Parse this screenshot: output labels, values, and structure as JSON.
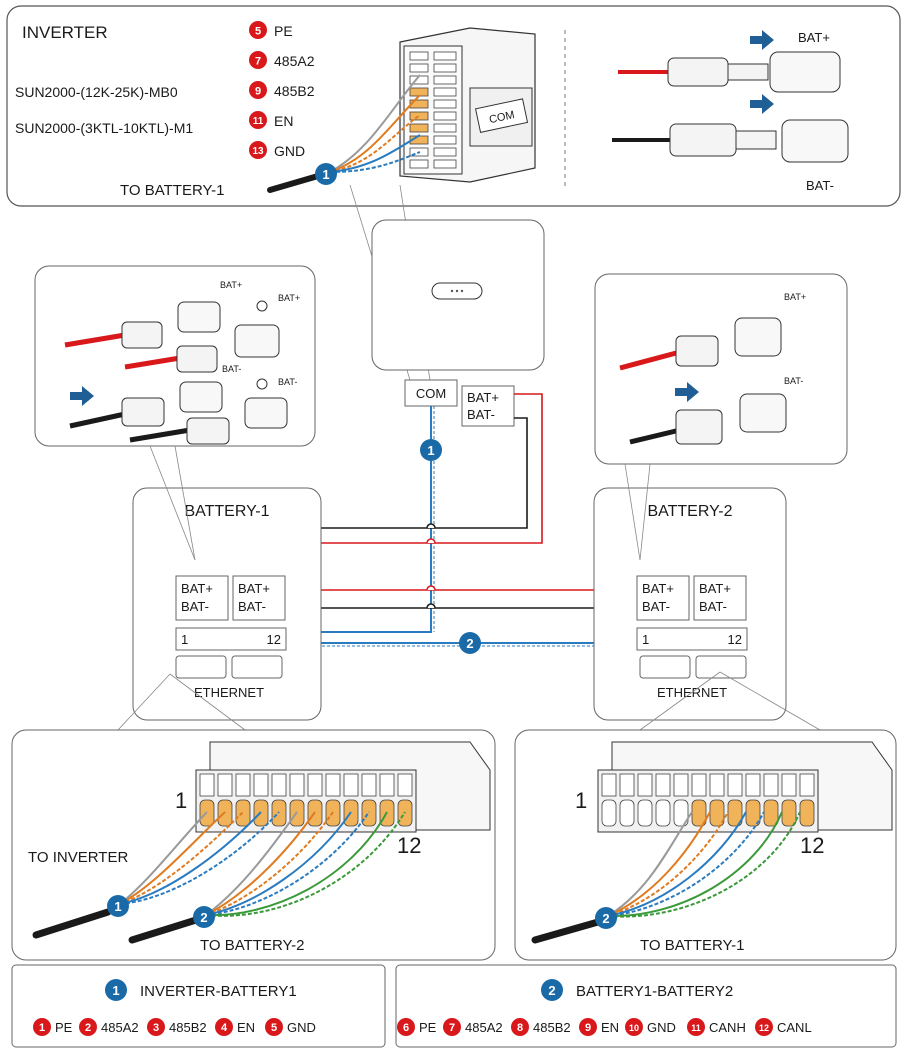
{
  "inverter_panel": {
    "title": "INVERTER",
    "models": [
      "SUN2000-(12K-25K)-MB0",
      "SUN2000-(3KTL-10KTL)-M1"
    ],
    "pins": [
      {
        "num": "5",
        "label": "PE"
      },
      {
        "num": "7",
        "label": "485A2"
      },
      {
        "num": "9",
        "label": "485B2"
      },
      {
        "num": "11",
        "label": "EN"
      },
      {
        "num": "13",
        "label": "GND"
      }
    ],
    "cable_label": "TO BATTERY-1",
    "cable_badge": "1",
    "com_label": "COM",
    "bat_plus": "BAT+",
    "bat_minus": "BAT-"
  },
  "inverter_unit": {
    "com": "COM",
    "bat_plus": "BAT+",
    "bat_minus": "BAT-",
    "link_badge": "1"
  },
  "battery1": {
    "title": "BATTERY-1",
    "port_a_plus": "BAT+",
    "port_a_minus": "BAT-",
    "port_b_plus": "BAT+",
    "port_b_minus": "BAT-",
    "term_left": "1",
    "term_right": "12",
    "ethernet": "ETHERNET",
    "callout_bat_plus_1": "BAT+",
    "callout_bat_plus_2": "BAT+",
    "callout_bat_minus_1": "BAT-",
    "callout_bat_minus_2": "BAT-"
  },
  "battery2": {
    "title": "BATTERY-2",
    "port_a_plus": "BAT+",
    "port_a_minus": "BAT-",
    "port_b_plus": "BAT+",
    "port_b_minus": "BAT-",
    "term_left": "1",
    "term_right": "12",
    "ethernet": "ETHERNET",
    "callout_bat_plus": "BAT+",
    "callout_bat_minus": "BAT-"
  },
  "link_badge_2": "2",
  "terminal_left": {
    "pin_first": "1",
    "pin_last": "12",
    "label_inverter": "TO INVERTER",
    "label_battery": "TO BATTERY-2",
    "badge_1": "1",
    "badge_2": "2"
  },
  "terminal_right": {
    "pin_first": "1",
    "pin_last": "12",
    "label_battery": "TO BATTERY-1",
    "badge_2": "2"
  },
  "legend1": {
    "badge": "1",
    "title": "INVERTER-BATTERY1",
    "items": [
      {
        "num": "1",
        "label": "PE"
      },
      {
        "num": "2",
        "label": "485A2"
      },
      {
        "num": "3",
        "label": "485B2"
      },
      {
        "num": "4",
        "label": "EN"
      },
      {
        "num": "5",
        "label": "GND"
      }
    ]
  },
  "legend2": {
    "badge": "2",
    "title": "BATTERY1-BATTERY2",
    "items": [
      {
        "num": "6",
        "label": "PE"
      },
      {
        "num": "7",
        "label": "485A2"
      },
      {
        "num": "8",
        "label": "485B2"
      },
      {
        "num": "9",
        "label": "EN"
      },
      {
        "num": "10",
        "label": "GND"
      },
      {
        "num": "11",
        "label": "CANH"
      },
      {
        "num": "12",
        "label": "CANL"
      }
    ]
  },
  "colors": {
    "red_wire": "#d9181b",
    "black_wire": "#1a1a1a",
    "blue_wire": "#2a7bbf",
    "badge_blue": "#1a6aa7",
    "badge_red": "#d9181b",
    "orange_wire": "#e07b1f",
    "green_wire": "#3a9a3a",
    "arrow_blue": "#1f5f96"
  }
}
